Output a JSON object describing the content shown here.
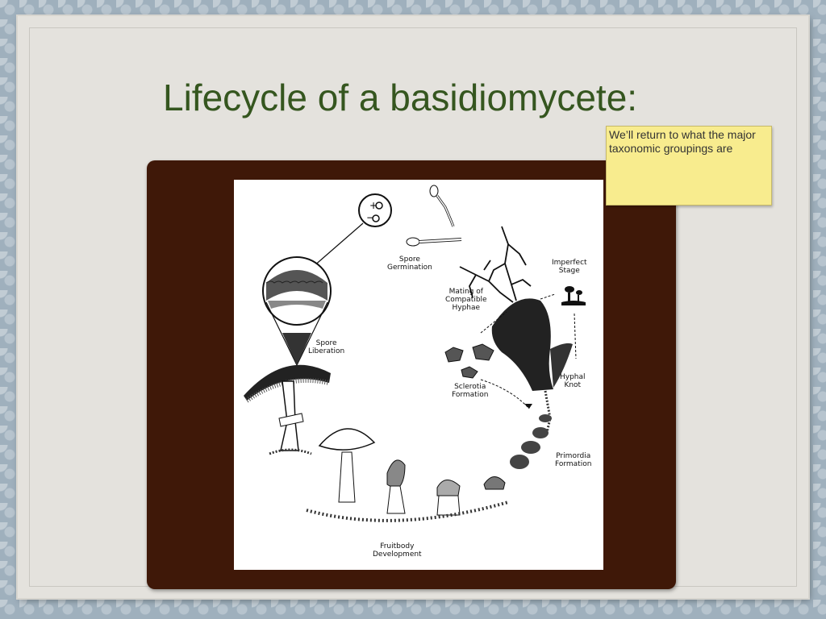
{
  "slide": {
    "title": "Lifecycle of a basidiomycete:",
    "note": "We’ll return to what the major taxonomic groupings are"
  },
  "diagram": {
    "labels": {
      "spore_germination": "Spore\nGermination",
      "imperfect_stage": "Imperfect\nStage",
      "mating": "Mating of\nCompatible\nHyphae",
      "spore_liberation": "Spore\nLiberation",
      "hyphal_knot": "Hyphal\nKnot",
      "sclerotia": "Sclerotia\nFormation",
      "primordia": "Primordia\nFormation",
      "fruitbody": "Fruitbody\nDevelopment"
    },
    "symbols": {
      "plus": "+",
      "minus": "−"
    }
  },
  "colors": {
    "title": "#35561f",
    "note_bg": "#f8ec8e",
    "frame": "#3f1808"
  }
}
